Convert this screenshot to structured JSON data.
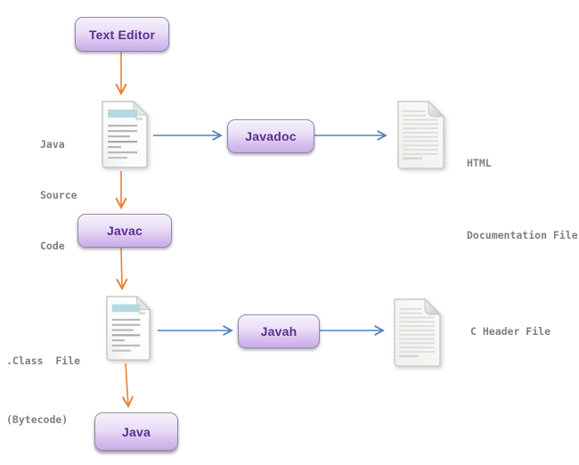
{
  "diagram": {
    "title": "Java toolchain flow diagram",
    "nodes": {
      "text_editor": "Text Editor",
      "javadoc": "Javadoc",
      "javac": "Javac",
      "javah": "Javah",
      "java": "Java"
    },
    "file_labels": {
      "java_source": [
        "Java",
        "Source",
        "Code"
      ],
      "html_doc": [
        "HTML",
        "Documentation File"
      ],
      "class_file": [
        ".Class  File",
        "(Bytecode)"
      ],
      "c_header": "C Header File"
    },
    "icons": {
      "java_source": "document-with-header-icon",
      "html_doc": "plain-document-icon",
      "class_file": "document-with-header-icon",
      "c_header": "plain-document-icon"
    },
    "colors": {
      "flow_arrow_orange": "#ED8033",
      "flow_arrow_blue": "#4F81BD",
      "node_fill_top": "#F6F1FC",
      "node_fill_bottom": "#C9AEE8",
      "node_border": "#8F87A0",
      "node_text": "#5B2D90",
      "label_text": "#7F7F7F",
      "doc_header_band": "#B5D9E0",
      "doc_line": "#B8B8B8"
    }
  }
}
